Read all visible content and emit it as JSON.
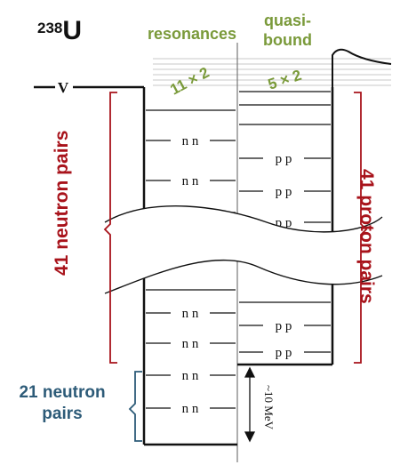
{
  "isotope": {
    "mass_number": "238",
    "symbol": "U"
  },
  "headers": {
    "resonances": "resonances",
    "quasi_line1": "quasi-",
    "quasi_line2": "bound"
  },
  "degeneracy": {
    "neutron": "11 × 2",
    "proton": "5 × 2"
  },
  "well": {
    "depth_label": "V"
  },
  "pair_labels": {
    "neutron": "n n",
    "proton": "p p",
    "proton_cut": "p p"
  },
  "brackets": {
    "neutron_pairs": "41 neutron pairs",
    "proton_pairs": "41 proton pairs",
    "deep_neutron_pairs": "21 neutron pairs"
  },
  "energy_gap": "~10 MeV",
  "colors": {
    "red": "#a8131b",
    "green": "#7a9a3a",
    "blue": "#2d5b78",
    "line": "#111111"
  }
}
